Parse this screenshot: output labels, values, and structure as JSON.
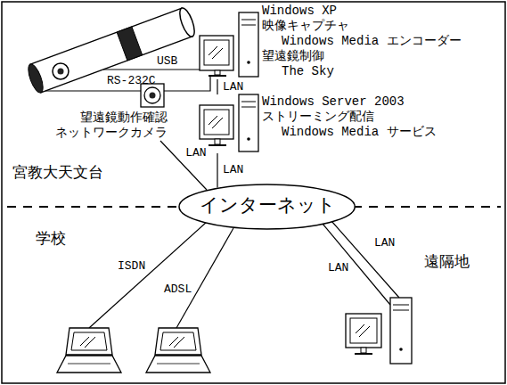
{
  "diagram": {
    "nodes": [
      {
        "text": [
          "Windows XP",
          "映像キャプチャ",
          "Windows Media エンコーダー",
          "望遠鏡制御",
          "The Sky"
        ]
      },
      {
        "text": [
          "Windows Server 2003",
          "ストリーミング配信",
          "Windows Media サービス"
        ]
      },
      {
        "text": [
          "望遠鏡動作確認 ネットワークカメラ"
        ]
      },
      {
        "text": [
          "インターネット"
        ]
      }
    ],
    "edges": [
      {
        "from": 0,
        "to": 1,
        "arrow": "none",
        "label": "LAN"
      },
      {
        "from": 1,
        "to": 3,
        "arrow": "none",
        "label": "LAN"
      },
      {
        "from": 2,
        "to": 3,
        "arrow": "none",
        "label": "LAN"
      }
    ],
    "labels": [
      "USB",
      "RS-232C",
      "宮教大天文台",
      "学校",
      "ISDN",
      "ADSL",
      "LAN",
      "LAN",
      "遠隔地"
    ]
  }
}
